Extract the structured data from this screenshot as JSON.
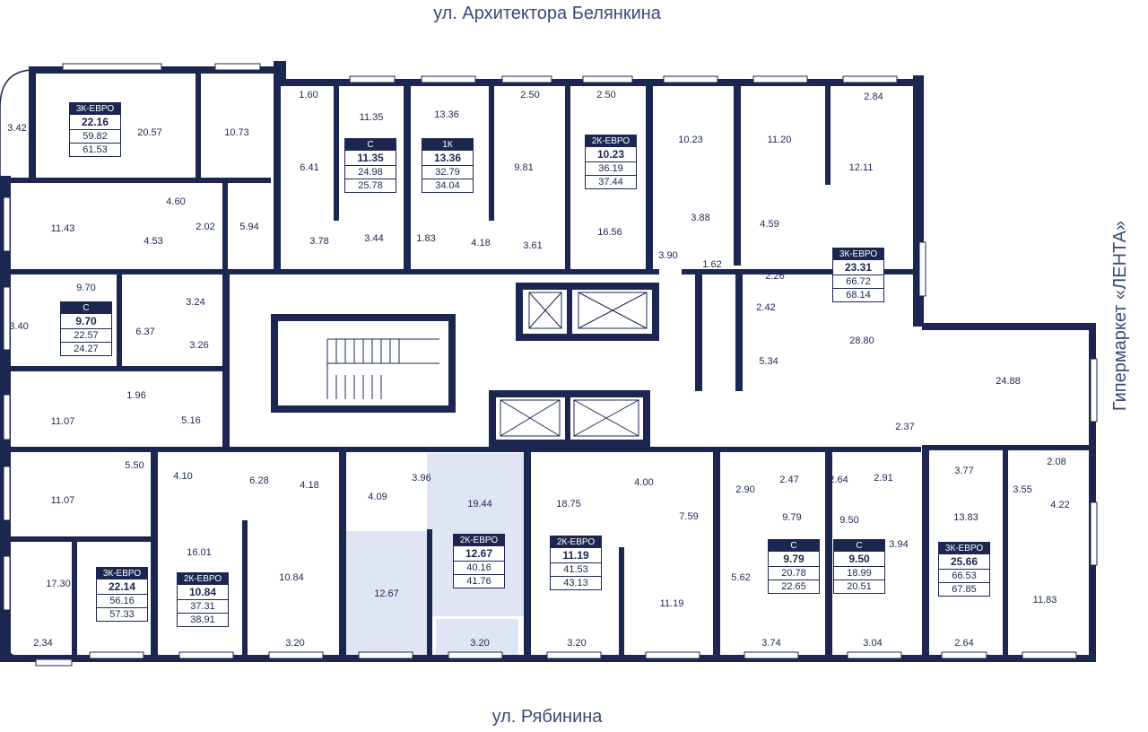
{
  "streets": {
    "top": "ул. Архитектора Белянкина",
    "bottom": "ул. Рябинина",
    "right": "Гипермаркет «ЛЕНТА»"
  },
  "colors": {
    "wall": "#1b2750",
    "highlight": "#dfe5f3",
    "background": "#ffffff"
  },
  "apartments": [
    {
      "type": "3К-ЕВРО",
      "living": "22.16",
      "total": "59.82",
      "full": "61.53"
    },
    {
      "type": "С",
      "living": "11.35",
      "total": "24.98",
      "full": "25.78"
    },
    {
      "type": "1К",
      "living": "13.36",
      "total": "32.79",
      "full": "34.04"
    },
    {
      "type": "2К-ЕВРО",
      "living": "10.23",
      "total": "36.19",
      "full": "37.44"
    },
    {
      "type": "3К-ЕВРО",
      "living": "23.31",
      "total": "66.72",
      "full": "68.14"
    },
    {
      "type": "С",
      "living": "9.70",
      "total": "22.57",
      "full": "24.27"
    },
    {
      "type": "3К-ЕВРО",
      "living": "22.14",
      "total": "56.16",
      "full": "57.33"
    },
    {
      "type": "2К-ЕВРО",
      "living": "10.84",
      "total": "37.31",
      "full": "38.91"
    },
    {
      "type": "2К-ЕВРО",
      "living": "12.67",
      "total": "40.16",
      "full": "41.76"
    },
    {
      "type": "2К-ЕВРО",
      "living": "11.19",
      "total": "41.53",
      "full": "43.13"
    },
    {
      "type": "С",
      "living": "9.79",
      "total": "20.78",
      "full": "22.65"
    },
    {
      "type": "С",
      "living": "9.50",
      "total": "18.99",
      "full": "20.51"
    },
    {
      "type": "3К-ЕВРО",
      "living": "25.66",
      "total": "66.53",
      "full": "67.85"
    }
  ],
  "room_areas": [
    "1.60",
    "2.50",
    "2.50",
    "2.84",
    "3.42",
    "20.57",
    "10.73",
    "11.35",
    "13.36",
    "10.23",
    "11.20",
    "9.81",
    "12.11",
    "6.41",
    "4.60",
    "11.43",
    "2.02",
    "5.94",
    "4.53",
    "3.78",
    "3.44",
    "1.83",
    "4.18",
    "3.61",
    "16.56",
    "3.88",
    "4.59",
    "3.90",
    "1.62",
    "2.26",
    "9.70",
    "3.24",
    "3.40",
    "6.37",
    "3.26",
    "2.42",
    "5.34",
    "28.80",
    "1.96",
    "11.07",
    "5.16",
    "24.88",
    "2.37",
    "11.07",
    "5.50",
    "4.10",
    "6.28",
    "4.18",
    "4.09",
    "3.96",
    "19.44",
    "18.75",
    "4.00",
    "2.90",
    "2.47",
    "2.64",
    "2.91",
    "3.77",
    "2.08",
    "3.55",
    "16.01",
    "7.59",
    "9.79",
    "9.50",
    "3.94",
    "13.83",
    "4.22",
    "5.62",
    "17.30",
    "10.84",
    "12.67",
    "11.19",
    "11.83",
    "2.34",
    "3.20",
    "3.20",
    "3.20",
    "3.74",
    "3.04",
    "2.64"
  ]
}
